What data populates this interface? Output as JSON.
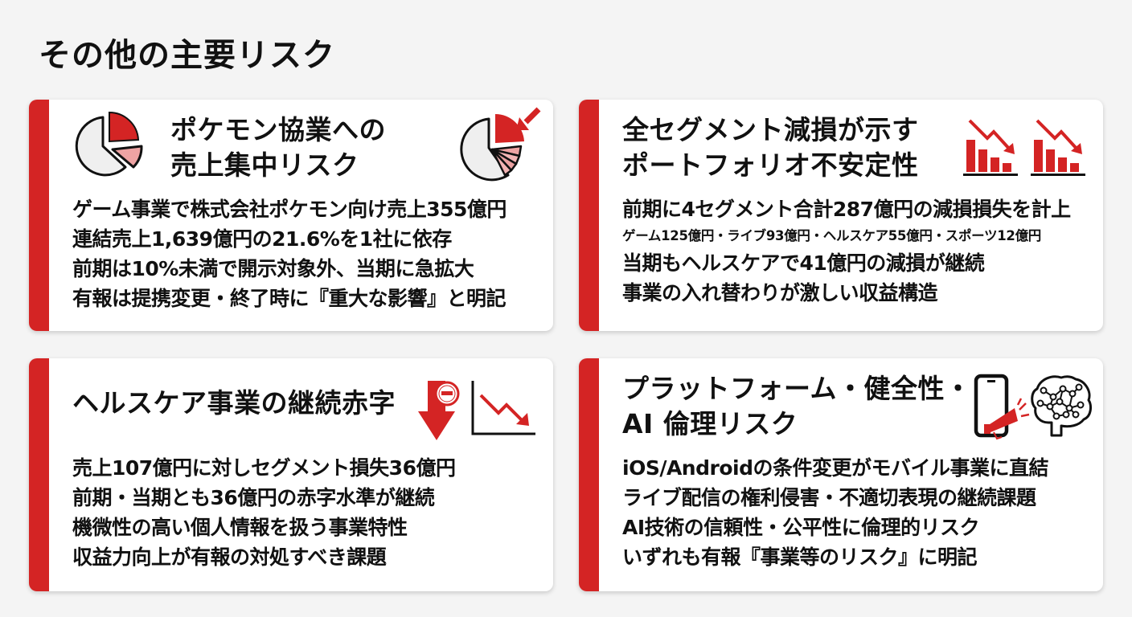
{
  "page": {
    "title": "その他の主要リスク"
  },
  "colors": {
    "accent": "#d42424",
    "accent_light": "#eea3a3",
    "background": "#f4f4f4",
    "card": "#ffffff",
    "text": "#111111"
  },
  "cards": [
    {
      "title_lines": [
        "ポケモン協業への",
        "売上集中リスク"
      ],
      "icons": [
        "pie-chart-icon",
        "pie-chart-arrow-icon"
      ],
      "body": [
        "ゲーム事業で株式会社ポケモン向け売上355億円",
        "連結売上1,639億円の21.6%を1社に依存",
        "前期は10%未満で開示対象外、当期に急拡大",
        "有報は提携変更・終了時に『重大な影響』と明記"
      ]
    },
    {
      "title_lines": [
        "全セグメント減損が示す",
        "ポートフォリオ不安定性"
      ],
      "icons": [
        "declining-bar-chart-icon",
        "declining-bar-chart-icon"
      ],
      "body": [
        "前期に4セグメント合計287億円の減損損失を計上",
        "ゲーム125億円・ライブ93億円・ヘルスケア55億円・スポーツ12億円",
        "当期もヘルスケアで41億円の減損が継続",
        "事業の入れ替わりが激しい収益構造"
      ]
    },
    {
      "title_lines": [
        "ヘルスケア事業の継続赤字"
      ],
      "icons": [
        "minus-down-arrow-icon",
        "declining-line-chart-icon"
      ],
      "body": [
        "売上107億円に対しセグメント損失36億円",
        "前期・当期とも36億円の赤字水準が継続",
        "機微性の高い個人情報を扱う事業特性",
        "収益力向上が有報の対処すべき課題"
      ]
    },
    {
      "title_lines": [
        "プラットフォーム・健全性・",
        "AI 倫理リスク"
      ],
      "icons": [
        "smartphone-megaphone-icon",
        "ai-brain-icon"
      ],
      "body": [
        "iOS/Androidの条件変更がモバイル事業に直結",
        "ライブ配信の権利侵害・不適切表現の継続課題",
        "AI技術の信頼性・公平性に倫理的リスク",
        "いずれも有報『事業等のリスク』に明記"
      ]
    }
  ]
}
